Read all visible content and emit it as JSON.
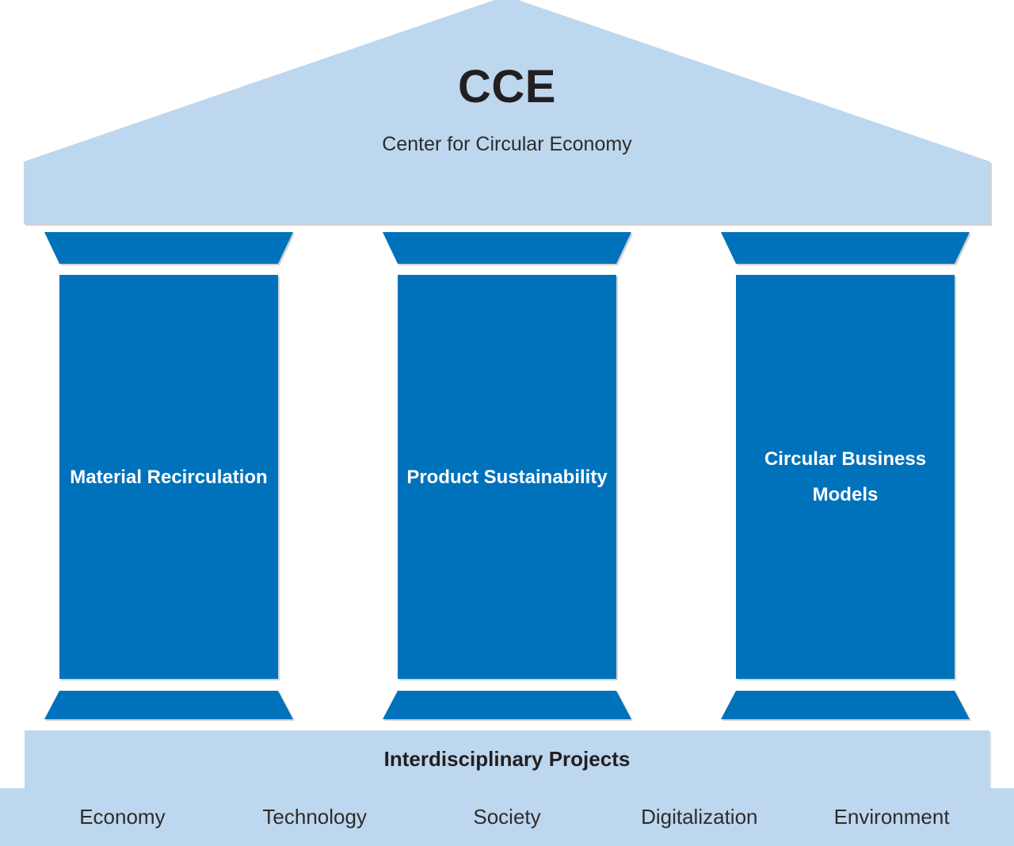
{
  "diagram": {
    "title_acronym": "CCE",
    "title_full": "Center for Circular Economy",
    "colors": {
      "pillar_blue": "#0072BB",
      "light_blue": "#BDD7EE",
      "text_dark": "#231F20",
      "pillar_text": "#ffffff"
    },
    "pillars": [
      {
        "label": "Material Recirculation"
      },
      {
        "label": "Product Sustainability"
      },
      {
        "label": "Circular Business Models"
      }
    ],
    "band": {
      "label": "Interdisciplinary Projects"
    },
    "foundation": {
      "items": [
        "Economy",
        "Technology",
        "Society",
        "Digitalization",
        "Environment"
      ]
    }
  }
}
